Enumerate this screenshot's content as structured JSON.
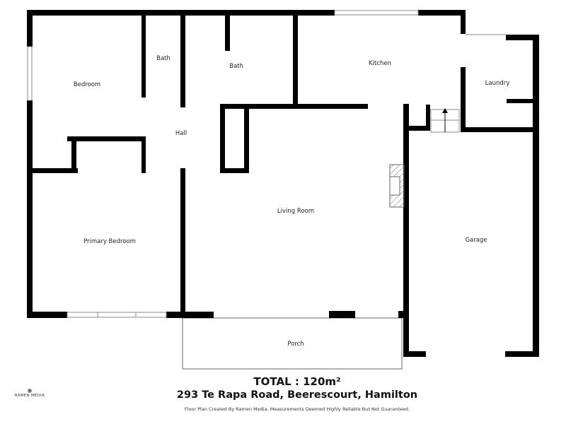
{
  "rooms": {
    "bedroom": "Bedroom",
    "bath1": "Bath",
    "bath2": "Bath",
    "kitchen": "Kitchen",
    "laundry": "Laundry",
    "hall": "Hall",
    "living": "Living Room",
    "primary": "Primary Bedroom",
    "garage": "Garage",
    "porch": "Porch"
  },
  "footer": {
    "total": "TOTAL : 120m²",
    "address": "293 Te Rapa Road, Beerescourt, Hamilton",
    "disclaimer": "Floor Plan Created By Ramen Media. Measurements Deemed Highly Reliable But Not Guaranteed.",
    "logo": "RAMEN MEDIA"
  },
  "colors": {
    "wall": "#000000",
    "line": "#888888"
  }
}
